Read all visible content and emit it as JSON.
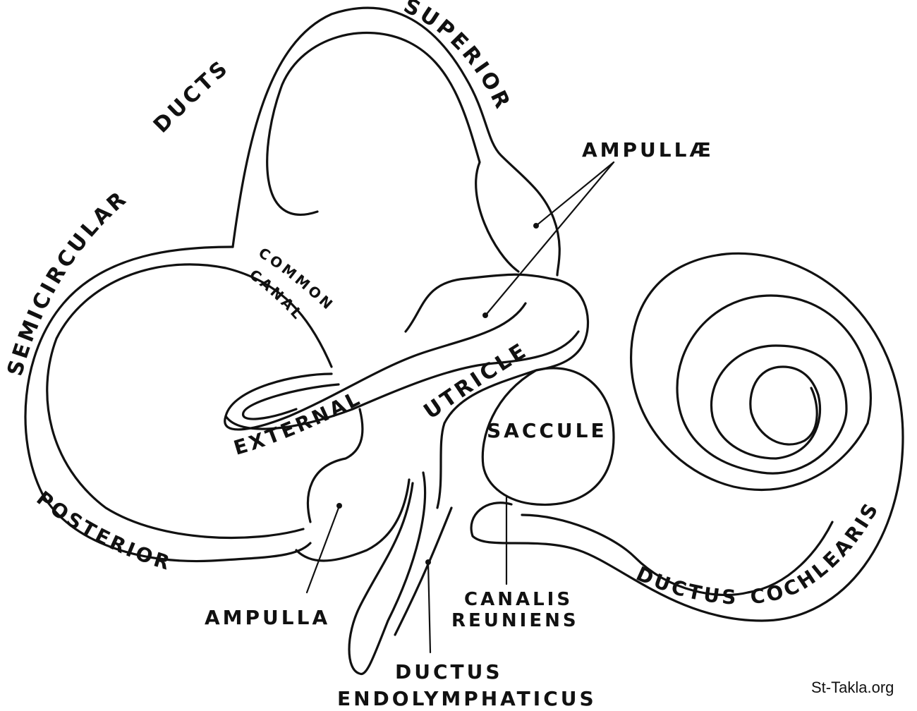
{
  "diagram": {
    "title": "Membranous labyrinth of the inner ear",
    "labels": {
      "semicircular": "SEMICIRCULAR",
      "ducts": "DUCTS",
      "superior": "SUPERIOR",
      "ampullae": "AMPULLÆ",
      "common": "COMMON",
      "canal": "CANAL",
      "external": "EXTERNAL",
      "utricle": "UTRICLE",
      "saccule": "SACCULE",
      "posterior": "POSTERIOR",
      "ampulla": "AMPULLA",
      "canalis": "CANALIS",
      "reuniens": "REUNIENS",
      "ductus_endo_1": "DUCTUS",
      "ductus_endo_2": "ENDOLYMPHATICUS",
      "ductus_coch_1": "DUCTUS",
      "ductus_coch_2": "COCHLEARIS"
    },
    "watermark": "St-Takla.org"
  }
}
